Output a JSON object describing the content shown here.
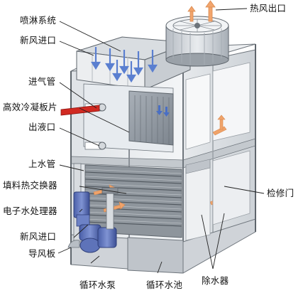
{
  "labels": {
    "spray_system": "喷淋系统",
    "hot_air_outlet": "热风出口",
    "fresh_air_inlet_top": "新风进口",
    "air_inlet_pipe": "进气管",
    "condensing_plate": "高效冷凝板片",
    "liquid_outlet": "出液口",
    "water_pipe": "上水管",
    "fill_exchanger": "填料热交换器",
    "water_processor": "电子水处理器",
    "fresh_air_inlet_bottom": "新风进口",
    "air_guide_plate": "导风板",
    "circulation_pump": "循环水泵",
    "circulation_pool": "循环水池",
    "drift_eliminator": "除水器",
    "access_door": "检修门"
  }
}
